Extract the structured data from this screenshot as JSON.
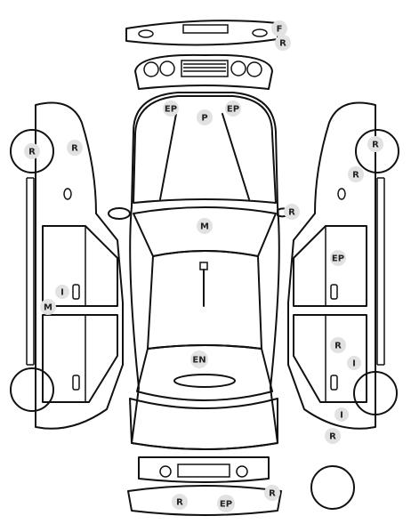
{
  "colors": {
    "outline": "#111111",
    "badge_fill": "#e2e2e2",
    "badge_text": "#222222",
    "background": "#ffffff"
  },
  "damage_codes": [
    {
      "id": "front-bumper-f",
      "code": "F"
    },
    {
      "id": "front-bumper-r",
      "code": "R"
    },
    {
      "id": "hood-ep-left",
      "code": "EP"
    },
    {
      "id": "hood-p",
      "code": "P"
    },
    {
      "id": "hood-ep-right",
      "code": "EP"
    },
    {
      "id": "left-front-wheel-r",
      "code": "R"
    },
    {
      "id": "left-fender-r",
      "code": "R"
    },
    {
      "id": "right-front-wheel-r",
      "code": "R"
    },
    {
      "id": "right-fender-r",
      "code": "R"
    },
    {
      "id": "right-mirror-r",
      "code": "R"
    },
    {
      "id": "windshield-m",
      "code": "M"
    },
    {
      "id": "right-front-door-ep",
      "code": "EP"
    },
    {
      "id": "left-front-door-i",
      "code": "I"
    },
    {
      "id": "left-sill-m",
      "code": "M"
    },
    {
      "id": "right-rear-door-r",
      "code": "R"
    },
    {
      "id": "right-rear-door-i",
      "code": "I"
    },
    {
      "id": "trunk-en",
      "code": "EN"
    },
    {
      "id": "right-rear-quarter-i",
      "code": "I"
    },
    {
      "id": "right-rear-wheel-r",
      "code": "R"
    },
    {
      "id": "rear-bumper-r-left",
      "code": "R"
    },
    {
      "id": "rear-bumper-ep",
      "code": "EP"
    },
    {
      "id": "rear-bumper-r-right",
      "code": "R"
    }
  ]
}
